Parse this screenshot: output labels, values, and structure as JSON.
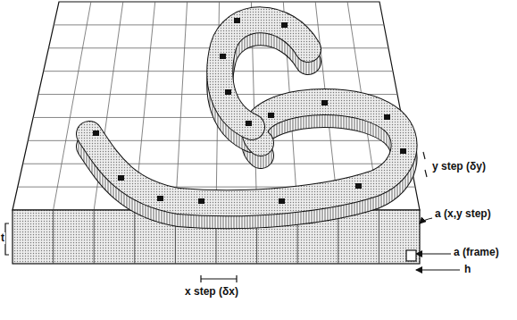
{
  "diagram": {
    "labels": [
      "y step (δy)",
      "a (x,y step)",
      "a (frame)",
      "h",
      "t",
      "x step (δx)"
    ]
  }
}
